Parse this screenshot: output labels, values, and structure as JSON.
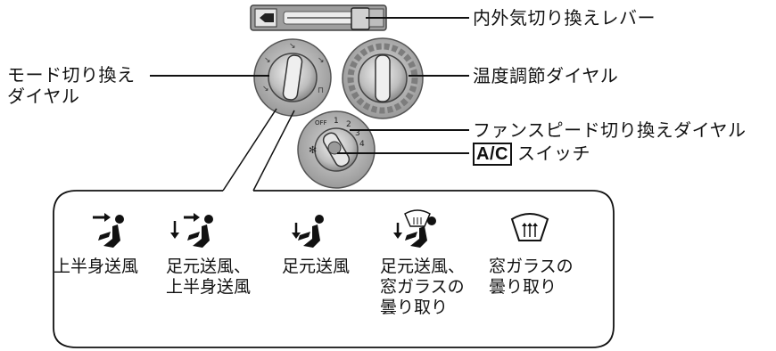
{
  "callouts": {
    "recirc_lever": "内外気切り換えレバー",
    "mode_dial_line1": "モード切り換え",
    "mode_dial_line2": "ダイヤル",
    "temp_dial": "温度調節ダイヤル",
    "fan_dial": "ファンスピード切り換えダイヤル",
    "ac_tag": "A/C",
    "ac_switch": "スイッチ"
  },
  "fan_scale": [
    "OFF",
    "1",
    "2",
    "3",
    "4"
  ],
  "modes": [
    {
      "icon": "face-vent-icon",
      "lines": [
        "上半身送風"
      ]
    },
    {
      "icon": "bi-level-vent-icon",
      "lines": [
        "足元送風、",
        "上半身送風"
      ]
    },
    {
      "icon": "foot-vent-icon",
      "lines": [
        "足元送風"
      ]
    },
    {
      "icon": "foot-defrost-icon",
      "lines": [
        "足元送風、",
        "窓ガラスの",
        "曇り取り"
      ]
    },
    {
      "icon": "defrost-icon",
      "lines": [
        "窓ガラスの",
        "曇り取り"
      ]
    }
  ],
  "colors": {
    "panel": "#c8c8c8",
    "dial_dark": "#6e6e6e",
    "line": "#111111"
  }
}
